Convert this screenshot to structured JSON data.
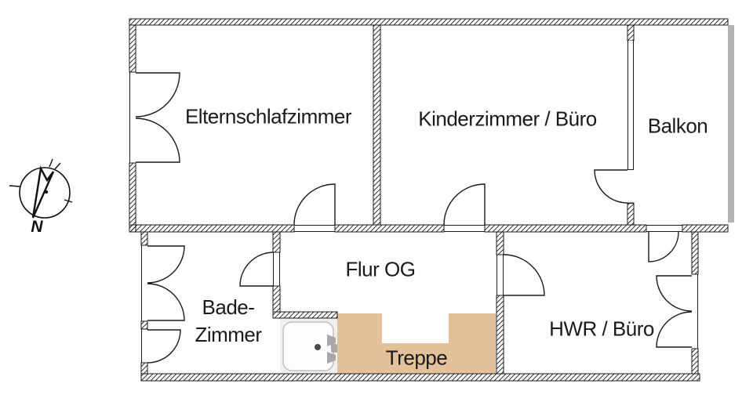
{
  "rooms": {
    "master_bedroom": {
      "label": "Elternschlafzimmer"
    },
    "kids_room": {
      "label": "Kinderzimmer / Büro"
    },
    "balcony": {
      "label": "Balkon"
    },
    "hallway": {
      "label": "Flur OG"
    },
    "bathroom": {
      "label_line1": "Bade-",
      "label_line2": "Zimmer"
    },
    "stairs": {
      "label": "Treppe"
    },
    "utility": {
      "label": "HWR / Büro"
    }
  },
  "compass": {
    "north_label": "N"
  },
  "colors": {
    "background": "#ffffff",
    "wall_line": "#1a1a1a",
    "text": "#1a1a1a",
    "stairs_fill": "#e2c19b",
    "balcony_edge": "#b3b3b3",
    "shower_floor": "#f0f0f0",
    "shower_tray": "#fdfdfd",
    "shower_tray_border": "#bfbfbf",
    "shower_fixture": "#a8a8a8",
    "drain": "#4a4a4a"
  }
}
